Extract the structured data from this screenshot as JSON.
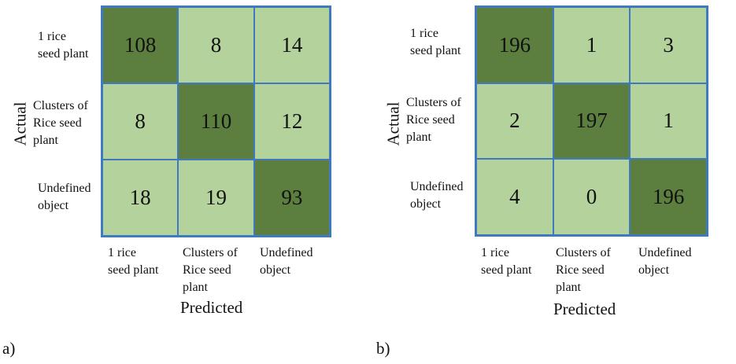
{
  "chart_data": [
    {
      "type": "heatmap",
      "panel_label": "a)",
      "xlabel": "Predicted",
      "ylabel": "Actual",
      "row_labels": [
        "1 rice\nseed plant",
        "Clusters of\nRice seed\nplant",
        "Undefined\nobject"
      ],
      "col_labels": [
        "1 rice\nseed plant",
        "Clusters of\nRice seed\nplant",
        "Undefined\nobject"
      ],
      "values": [
        [
          108,
          8,
          14
        ],
        [
          8,
          110,
          12
        ],
        [
          18,
          19,
          93
        ]
      ],
      "colors": {
        "diagonal": "#5c7f3f",
        "off_diagonal": "#b4d29b",
        "border": "#3f79c0"
      }
    },
    {
      "type": "heatmap",
      "panel_label": "b)",
      "xlabel": "Predicted",
      "ylabel": "Actual",
      "row_labels": [
        "1 rice\nseed plant",
        "Clusters of\nRice seed\nplant",
        "Undefined\nobject"
      ],
      "col_labels": [
        "1 rice\nseed plant",
        "Clusters of\nRice seed\nplant",
        "Undefined\nobject"
      ],
      "values": [
        [
          196,
          1,
          3
        ],
        [
          2,
          197,
          1
        ],
        [
          4,
          0,
          196
        ]
      ],
      "colors": {
        "diagonal": "#5c7f3f",
        "off_diagonal": "#b4d29b",
        "border": "#3f79c0"
      }
    }
  ]
}
